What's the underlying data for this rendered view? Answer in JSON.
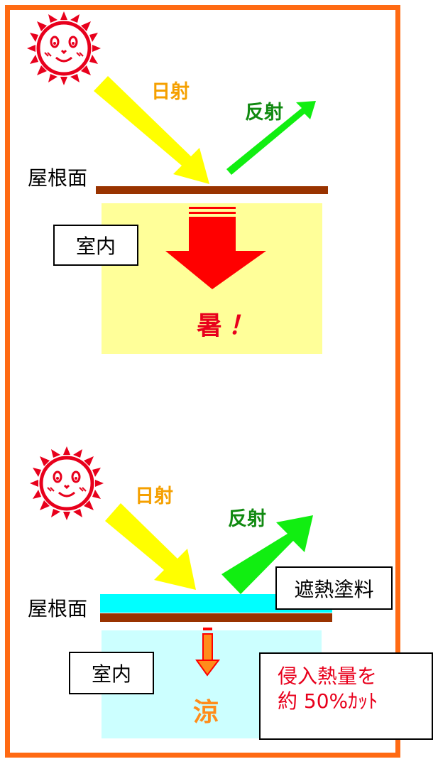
{
  "colors": {
    "frame": "#ff6a13",
    "sun": "#e8001c",
    "solar_arrow": "#ffff00",
    "reflect_arrow": "#11ee11",
    "roof": "#993300",
    "hot_room": "#ffff99",
    "cool_room": "#ccffff",
    "coating": "#00ffff",
    "heat_arrow": "#ff0000",
    "small_heat_arrow": "#ff8c1a",
    "label_orange": "#f5a000",
    "label_green": "#118a11",
    "label_red": "#e8001c"
  },
  "top": {
    "solar_label": "日射",
    "reflect_label": "反射",
    "roof_label": "屋根面",
    "room_label": "室内",
    "result_label": "暑",
    "exclaim": "！"
  },
  "bottom": {
    "solar_label": "日射",
    "reflect_label": "反射",
    "coating_label": "遮熱塗料",
    "roof_label": "屋根面",
    "room_label": "室内",
    "result_label": "涼",
    "note_line1": "侵入熱量を",
    "note_line2": "約 50%ｶｯﾄ"
  },
  "icons": [
    "sun-icon",
    "sun-icon"
  ]
}
